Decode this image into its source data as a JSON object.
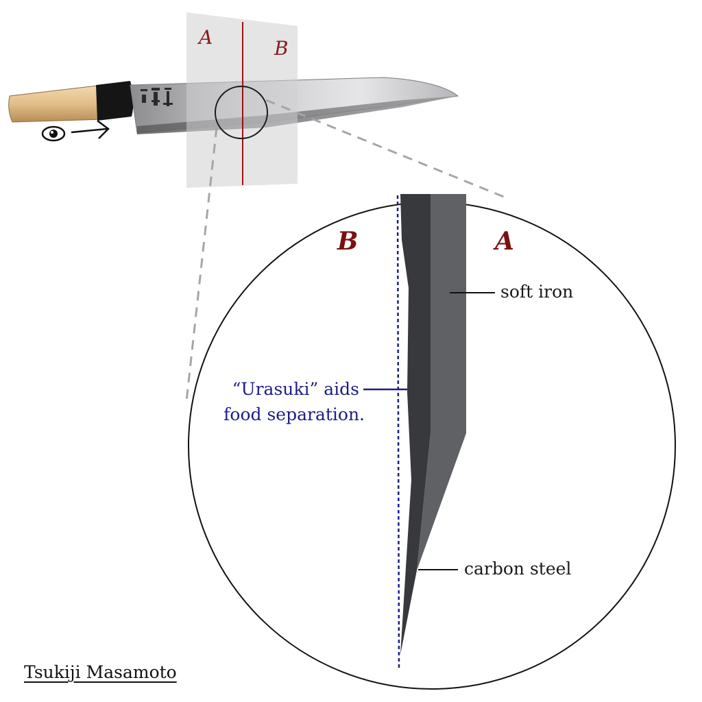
{
  "labels": {
    "plane_a": "A",
    "plane_b": "B",
    "detail_b": "B",
    "detail_a": "A",
    "soft_iron": "soft iron",
    "urasuki_line1": "“Urasuki” aids",
    "urasuki_line2": "food separation.",
    "carbon_steel": "carbon steel",
    "maker": "Tsukiji Masamoto"
  },
  "icons": {
    "viewer": "eye-icon",
    "direction": "arrow-right-icon"
  },
  "colors": {
    "zone_label": "#7a1010",
    "cut_line": "#a01010",
    "urasuki_text": "#1c1c8c",
    "soft_iron": "#606165",
    "carbon_steel": "#38393c"
  }
}
